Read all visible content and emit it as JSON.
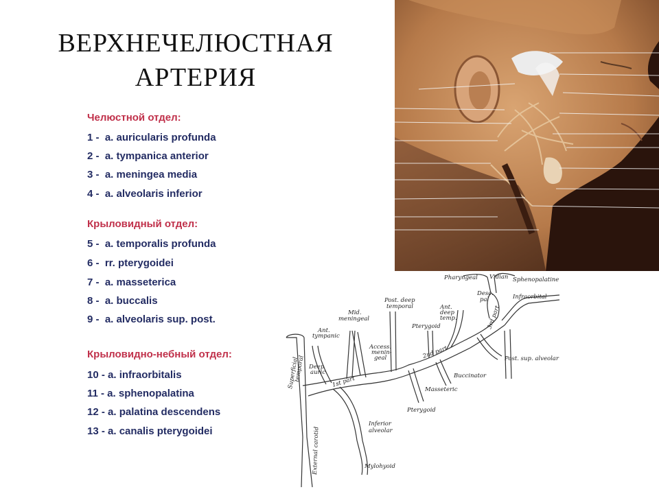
{
  "title": {
    "line1": "ВЕРХНЕЧЕЛЮСТНАЯ",
    "line2": "АРТЕРИЯ"
  },
  "sections": [
    {
      "heading": "Челюстной отдел:",
      "items": [
        "1 -  a. auricularis profunda",
        "2 -  a. tympanica anterior",
        "3 -  a. meningea media",
        "4 -  a. alveolaris inferior"
      ]
    },
    {
      "heading": "Крыловидный отдел:",
      "items": [
        "5 -  a. temporalis profunda",
        "6 -  rr. pterygoidei",
        "7 -  a. masseterica",
        "8 -  a. buccalis",
        "9 -  a. alveolaris sup. post."
      ]
    },
    {
      "heading": "Крыловидно-небный отдел:",
      "items": [
        "10 - a. infraorbitalis",
        "11 - a. sphenopalatina",
        "12 - a. palatina descendens",
        "13 - a. canalis pterygoidei"
      ]
    }
  ],
  "diagram": {
    "labels": {
      "pharyngeal": "Pharyngeal",
      "vidian": "Vidian",
      "sphenopalatine": "Sphenopalatine",
      "desc_pal_1": "Desc.",
      "desc_pal_2": "pal",
      "infraorbital": "Infraorbital",
      "post_deep_temporal_1": "Post. deep",
      "post_deep_temporal_2": "temporal",
      "ant_deep_temp_1": "Ant.",
      "ant_deep_temp_2": "deep",
      "ant_deep_temp_3": "temp.",
      "mid_meningeal_1": "Mid.",
      "mid_meningeal_2": "meningeal",
      "ant_tympanic_1": "Ant.",
      "ant_tympanic_2": "tympanic",
      "pterygoid_upper": "Pterygoid",
      "third_part": "3rd part",
      "second_part": "2nd part",
      "first_part": "1st part",
      "access_meningeal_1": "Access.",
      "access_meningeal_2": "menin-",
      "access_meningeal_3": "geal",
      "post_sup_alveolar": "Post. sup. alveolar",
      "superficial_temporal_1": "Superficial",
      "superficial_temporal_2": "temporal",
      "deep_auric_1": "Deep",
      "deep_auric_2": "auric",
      "buccinator": "Buccinator",
      "masseteric": "Masseteric",
      "pterygoid_lower": "Pterygoid",
      "inferior_alveolar_1": "Inferior",
      "inferior_alveolar_2": "alveolar",
      "external_carotid": "External carotid",
      "mylohyoid": "Mylohyoid"
    }
  }
}
